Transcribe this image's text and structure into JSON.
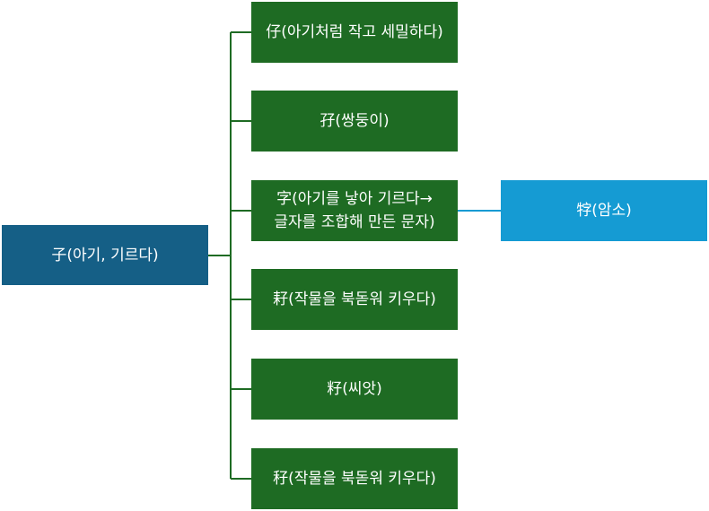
{
  "root": {
    "label": "子(아기, 기르다)",
    "color": "#155f86"
  },
  "children": [
    {
      "label": "仔(아기처럼 작고 세밀하다)"
    },
    {
      "label": "孖(쌍둥이)"
    },
    {
      "label": "字(아기를 낳아 기르다→ 글자를 조합해 만든 문자)"
    },
    {
      "label": "耔(작물을 북돋워 키우다)"
    },
    {
      "label": "籽(씨앗)"
    },
    {
      "label": "秄(작물을 북돋워 키우다)"
    }
  ],
  "grandchild": {
    "label": "牸(암소)",
    "color": "#159bd3"
  },
  "colors": {
    "child_fill": "#1e6b23",
    "root_connector": "#1e6b23",
    "grand_connector": "#159bd3"
  }
}
